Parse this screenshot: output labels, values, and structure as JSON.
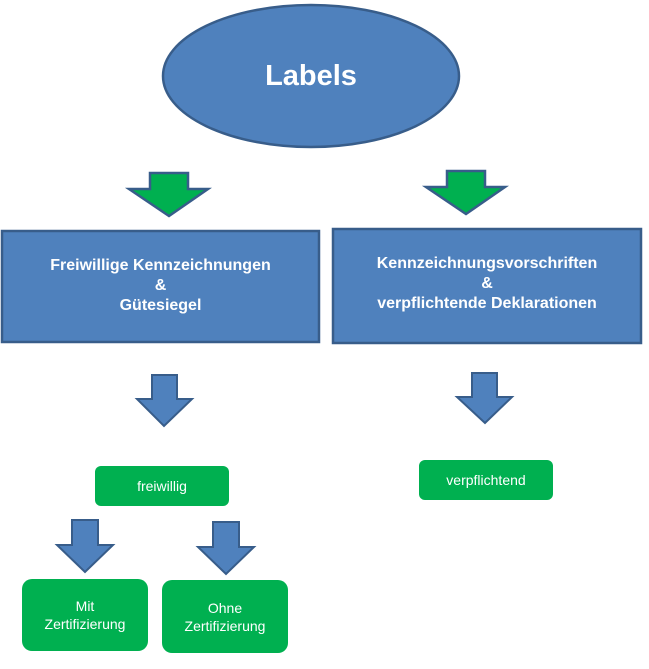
{
  "diagram": {
    "root": {
      "label": "Labels"
    },
    "branches": [
      {
        "title_lines": [
          "Freiwillige Kennzeichnungen",
          "&",
          "Gütesiegel"
        ],
        "category": "freiwillig",
        "children": [
          {
            "lines": [
              "Mit",
              "Zertifizierung"
            ]
          },
          {
            "lines": [
              "Ohne",
              "Zertifizierung"
            ]
          }
        ]
      },
      {
        "title_lines": [
          "Kennzeichnungsvorschriften",
          "&",
          "verpflichtende Deklarationen"
        ],
        "category": "verpflichtend",
        "children": []
      }
    ],
    "colors": {
      "blue_fill": "#4F81BD",
      "blue_border": "#385D8A",
      "green_arrow": "#00B050",
      "green_box": "#00B050",
      "text": "#FFFFFF"
    }
  }
}
